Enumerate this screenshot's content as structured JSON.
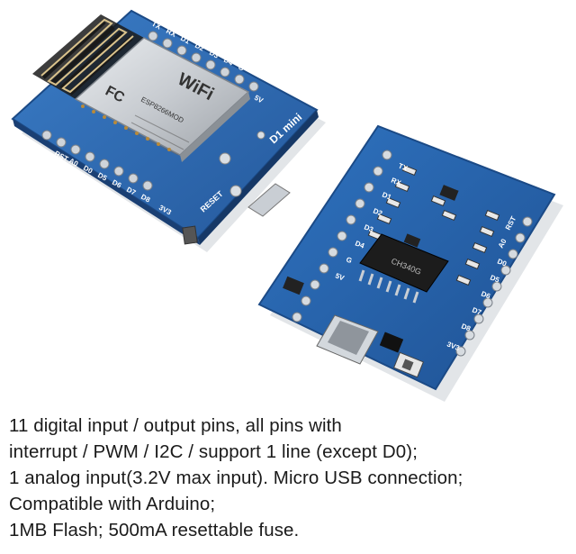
{
  "boards": {
    "module_logo": "WiFi",
    "module_fc": "FC",
    "module_model": "ESP8266MOD",
    "board_name": "D1 mini",
    "reset_label": "RESET",
    "front_pins_top": [
      "TX",
      "RX",
      "D1",
      "D2",
      "D3",
      "D4",
      "G",
      "5V"
    ],
    "front_pins_bottom": [
      "RST",
      "A0",
      "D0",
      "D5",
      "D6",
      "D7",
      "D8",
      "3V3"
    ],
    "back_pins_left": [
      "TX",
      "RX",
      "D1",
      "D2",
      "D3",
      "D4",
      "G",
      "5V"
    ],
    "back_pins_right": [
      "RST",
      "A0",
      "D0",
      "D5",
      "D6",
      "D7",
      "D8",
      "3V3"
    ],
    "chip_label": "CH340G",
    "pcb_color": "#2e6fb8",
    "pcb_dark": "#1f4f8c"
  },
  "caption": {
    "line1": "11 digital input / output pins, all pins with",
    "line2": "interrupt / PWM / I2C / support 1 line (except D0);",
    "line3": "1 analog input(3.2V max input). Micro USB connection;",
    "line4": "Compatible with Arduino;",
    "line5": "1MB Flash; 500mA resettable fuse."
  }
}
